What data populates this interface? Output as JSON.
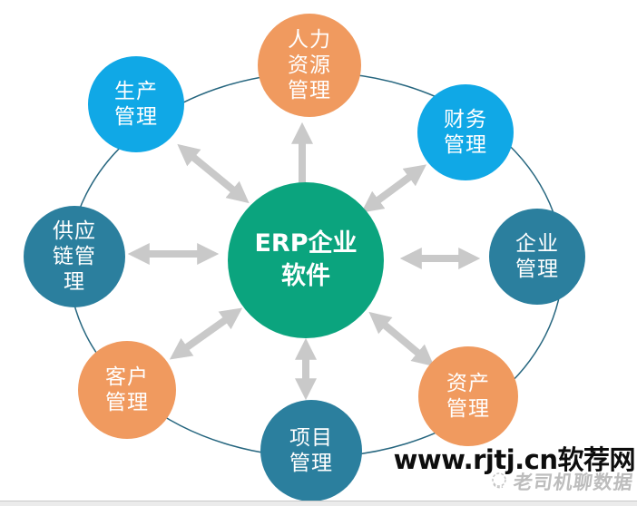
{
  "palette": {
    "green": "#0ba47e",
    "orange": "#f09a5f",
    "blue": "#10a8e6",
    "teal": "#2b7f9e",
    "orbit": "#26667f",
    "arrow": "#c9c9c9",
    "watermark_main": "#0d0d0d",
    "watermark_stamp": "#bdbdbd",
    "bottom_bar": "#ebebeb"
  },
  "diagram": {
    "center": {
      "text": "ERP企业\n软件",
      "color": "green"
    },
    "nodes": [
      {
        "id": "hr",
        "text": "人力\n资源\n管理",
        "color": "orange"
      },
      {
        "id": "finance",
        "text": "财务\n管理",
        "color": "blue"
      },
      {
        "id": "enterprise",
        "text": "企业\n管理",
        "color": "teal"
      },
      {
        "id": "asset",
        "text": "资产\n管理",
        "color": "orange"
      },
      {
        "id": "project",
        "text": "项目\n管理",
        "color": "teal"
      },
      {
        "id": "customer",
        "text": "客户\n管理",
        "color": "orange"
      },
      {
        "id": "supply-chain",
        "text": "供应\n链管\n理",
        "color": "teal"
      },
      {
        "id": "production",
        "text": "生产\n管理",
        "color": "blue"
      }
    ]
  },
  "watermark": {
    "site": "www.rjtj.cn软荐网",
    "stamp": "老司机聊数据"
  }
}
